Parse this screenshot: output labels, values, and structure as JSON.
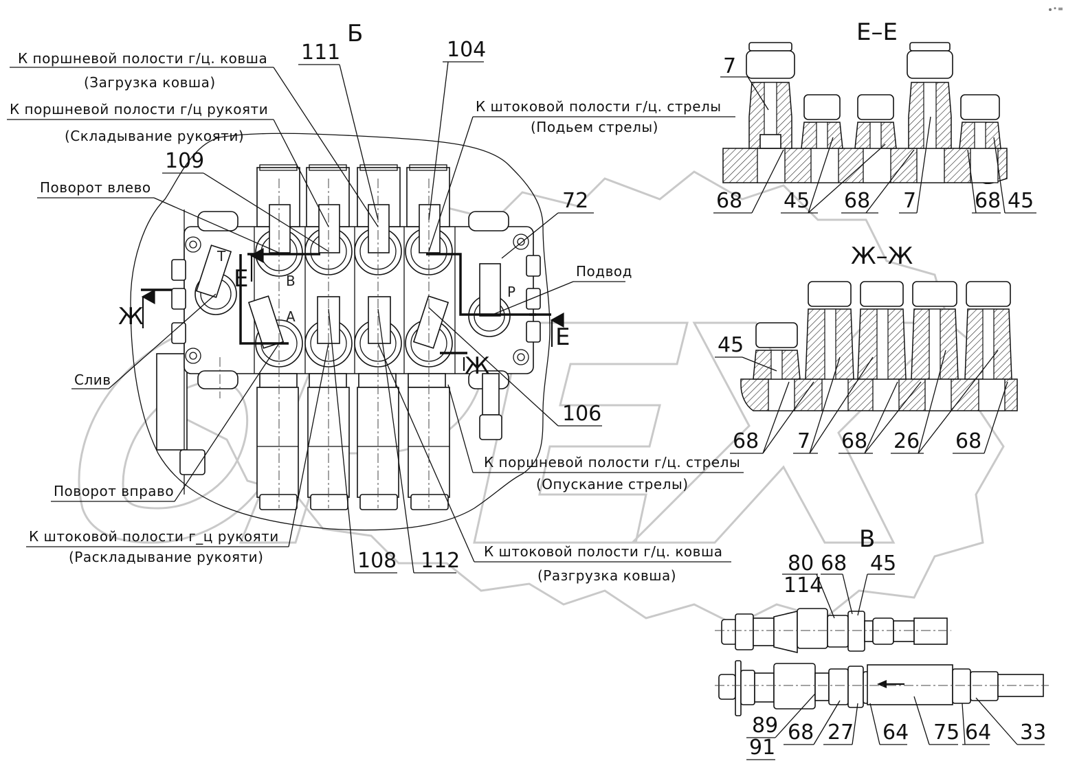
{
  "watermark_text": "OPEX",
  "section_titles": {
    "view_b": "Б",
    "section_e": "Е–Е",
    "section_zh": "Ж–Ж",
    "view_v": "В"
  },
  "cut_markers": {
    "e_top": "Е",
    "e_right": "Е",
    "zh_left": "Ж",
    "zh_right": "Ж"
  },
  "port_letters": {
    "t": "Т",
    "b": "В",
    "a": "А",
    "p": "Р"
  },
  "annotations": {
    "bucket_piston": "К поршневой полости г/ц. ковша",
    "bucket_piston_note": "(Загрузка ковша)",
    "handle_piston": "К поршневой полости г/ц рукояти",
    "handle_piston_note": "(Складывание рукояти)",
    "turn_left": "Поворот влево",
    "drain": "Слив",
    "turn_right": "Поворот вправо",
    "handle_rod": "К штоковой полости г_ц рукояти",
    "handle_rod_note": "(Раскладывание рукояти)",
    "boom_rod": "К штоковой полости г/ц. стрелы",
    "boom_rod_note": "(Подьем стрелы)",
    "supply": "Подвод",
    "boom_piston": "К поршневой полости г/ц. стрелы",
    "boom_piston_note": "(Опускание стрелы)",
    "bucket_rod": "К штоковой полости г/ц. ковша",
    "bucket_rod_note": "(Разгрузка ковша)"
  },
  "main_view_numbers": {
    "n111": "111",
    "n104": "104",
    "n109": "109",
    "n72": "72",
    "n106": "106",
    "n108": "108",
    "n112": "112"
  },
  "section_e_numbers": {
    "n7_top": "7",
    "n68_a": "68",
    "n45_a": "45",
    "n68_b": "68",
    "n7_b": "7",
    "n68_c": "68",
    "n45_b": "45"
  },
  "section_zh_numbers": {
    "n45": "45",
    "n68_a": "68",
    "n7": "7",
    "n68_b": "68",
    "n26": "26",
    "n68_c": "68"
  },
  "view_v_numbers": {
    "n80": "80",
    "n114": "114",
    "n68_top": "68",
    "n45": "45",
    "n89": "89",
    "n91": "91",
    "n68_bot": "68",
    "n27": "27",
    "n64_a": "64",
    "n75": "75",
    "n64_b": "64",
    "n33": "33"
  }
}
